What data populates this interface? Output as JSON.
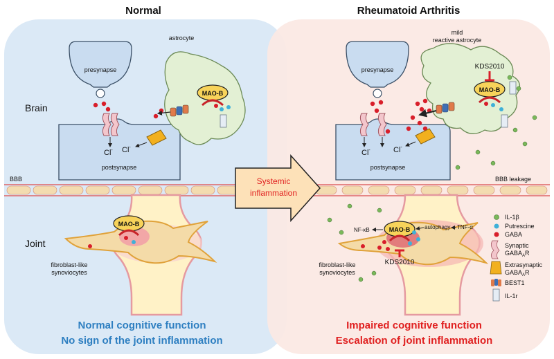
{
  "headers": {
    "normal": "Normal",
    "ra": "Rheumatoid Arthritis"
  },
  "regions": {
    "brain": "Brain",
    "joint": "Joint",
    "bbb": "BBB",
    "bbb_leakage": "BBB leakage"
  },
  "cells": {
    "astrocyte": "astrocyte",
    "mild_astrocyte_line1": "mild",
    "mild_astrocyte_line2": "reactive astrocyte",
    "presynapse": "presynapse",
    "postsynapse": "postsynapse",
    "fibroblast_line1": "fibroblast-like",
    "fibroblast_line2": "synoviocytes"
  },
  "molecules": {
    "mao_b": "MAO-B",
    "cl": "Cl",
    "cl_sup": "-",
    "kds2010": "KDS2010",
    "nfkb": "NF-κB",
    "autophagy": "autophagy",
    "tnfa": "TNF-α"
  },
  "arrow": {
    "line1": "Systemic",
    "line2": "inflammation"
  },
  "legend": {
    "il1b": "IL-1β",
    "putrescine": "Putrescine",
    "gaba": "GABA",
    "synaptic_line1": "Synaptic",
    "synaptic_line2": "GABA",
    "synaptic_sub": "A",
    "synaptic_r": "R",
    "extra_line1": "Extrasynaptic",
    "extra_line2": "GABA",
    "extra_sub": "A",
    "extra_r": "R",
    "best1": "BEST1",
    "il1r": "IL-1r"
  },
  "outcomes": {
    "normal_line1": "Normal cognitive function",
    "normal_line2": "No sign of the joint inflammation",
    "ra_line1": "Impaired cognitive function",
    "ra_line2": "Escalation of joint inflammation"
  },
  "colors": {
    "normal_panel": "#dbe9f6",
    "ra_panel": "#fbe9e4",
    "blue_text": "#2e7fc1",
    "red_text": "#e02020",
    "gaba": "#d81e2a",
    "putrescine": "#3fb0d8",
    "mao_fill": "#f7d35a",
    "membrane": "#f3dcb0",
    "astro_fill": "#e3f0d4",
    "neuron_fill": "#c9dcf0",
    "bone_fill": "#fff2c7"
  }
}
